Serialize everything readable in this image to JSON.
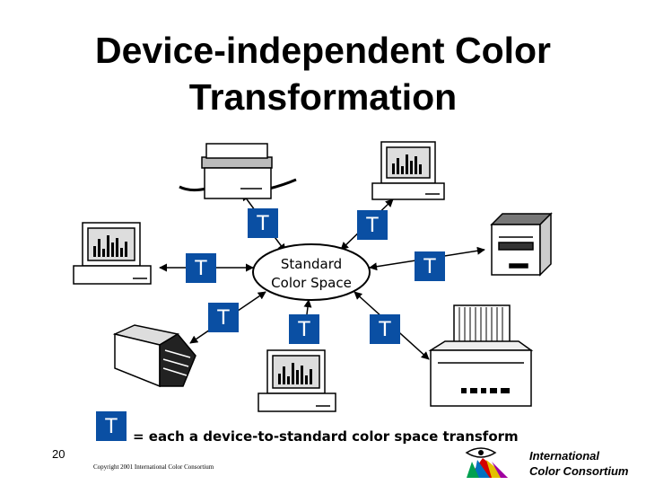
{
  "title": "Device-independent Color Transformation",
  "center_label_line1": "Standard",
  "center_label_line2": "Color Space",
  "transform_symbol": "T",
  "legend_text": "= each a device-to-standard color space transform",
  "slide_number": "20",
  "copyright": "Copyright 2001 International Color Consortium",
  "logo_text": "International Color Consortium",
  "colors": {
    "transform_box": "#0a4fa3",
    "background": "#ffffff"
  },
  "devices": [
    "scanner",
    "monitor",
    "printer",
    "camera",
    "monitor",
    "printer",
    "monitor"
  ]
}
